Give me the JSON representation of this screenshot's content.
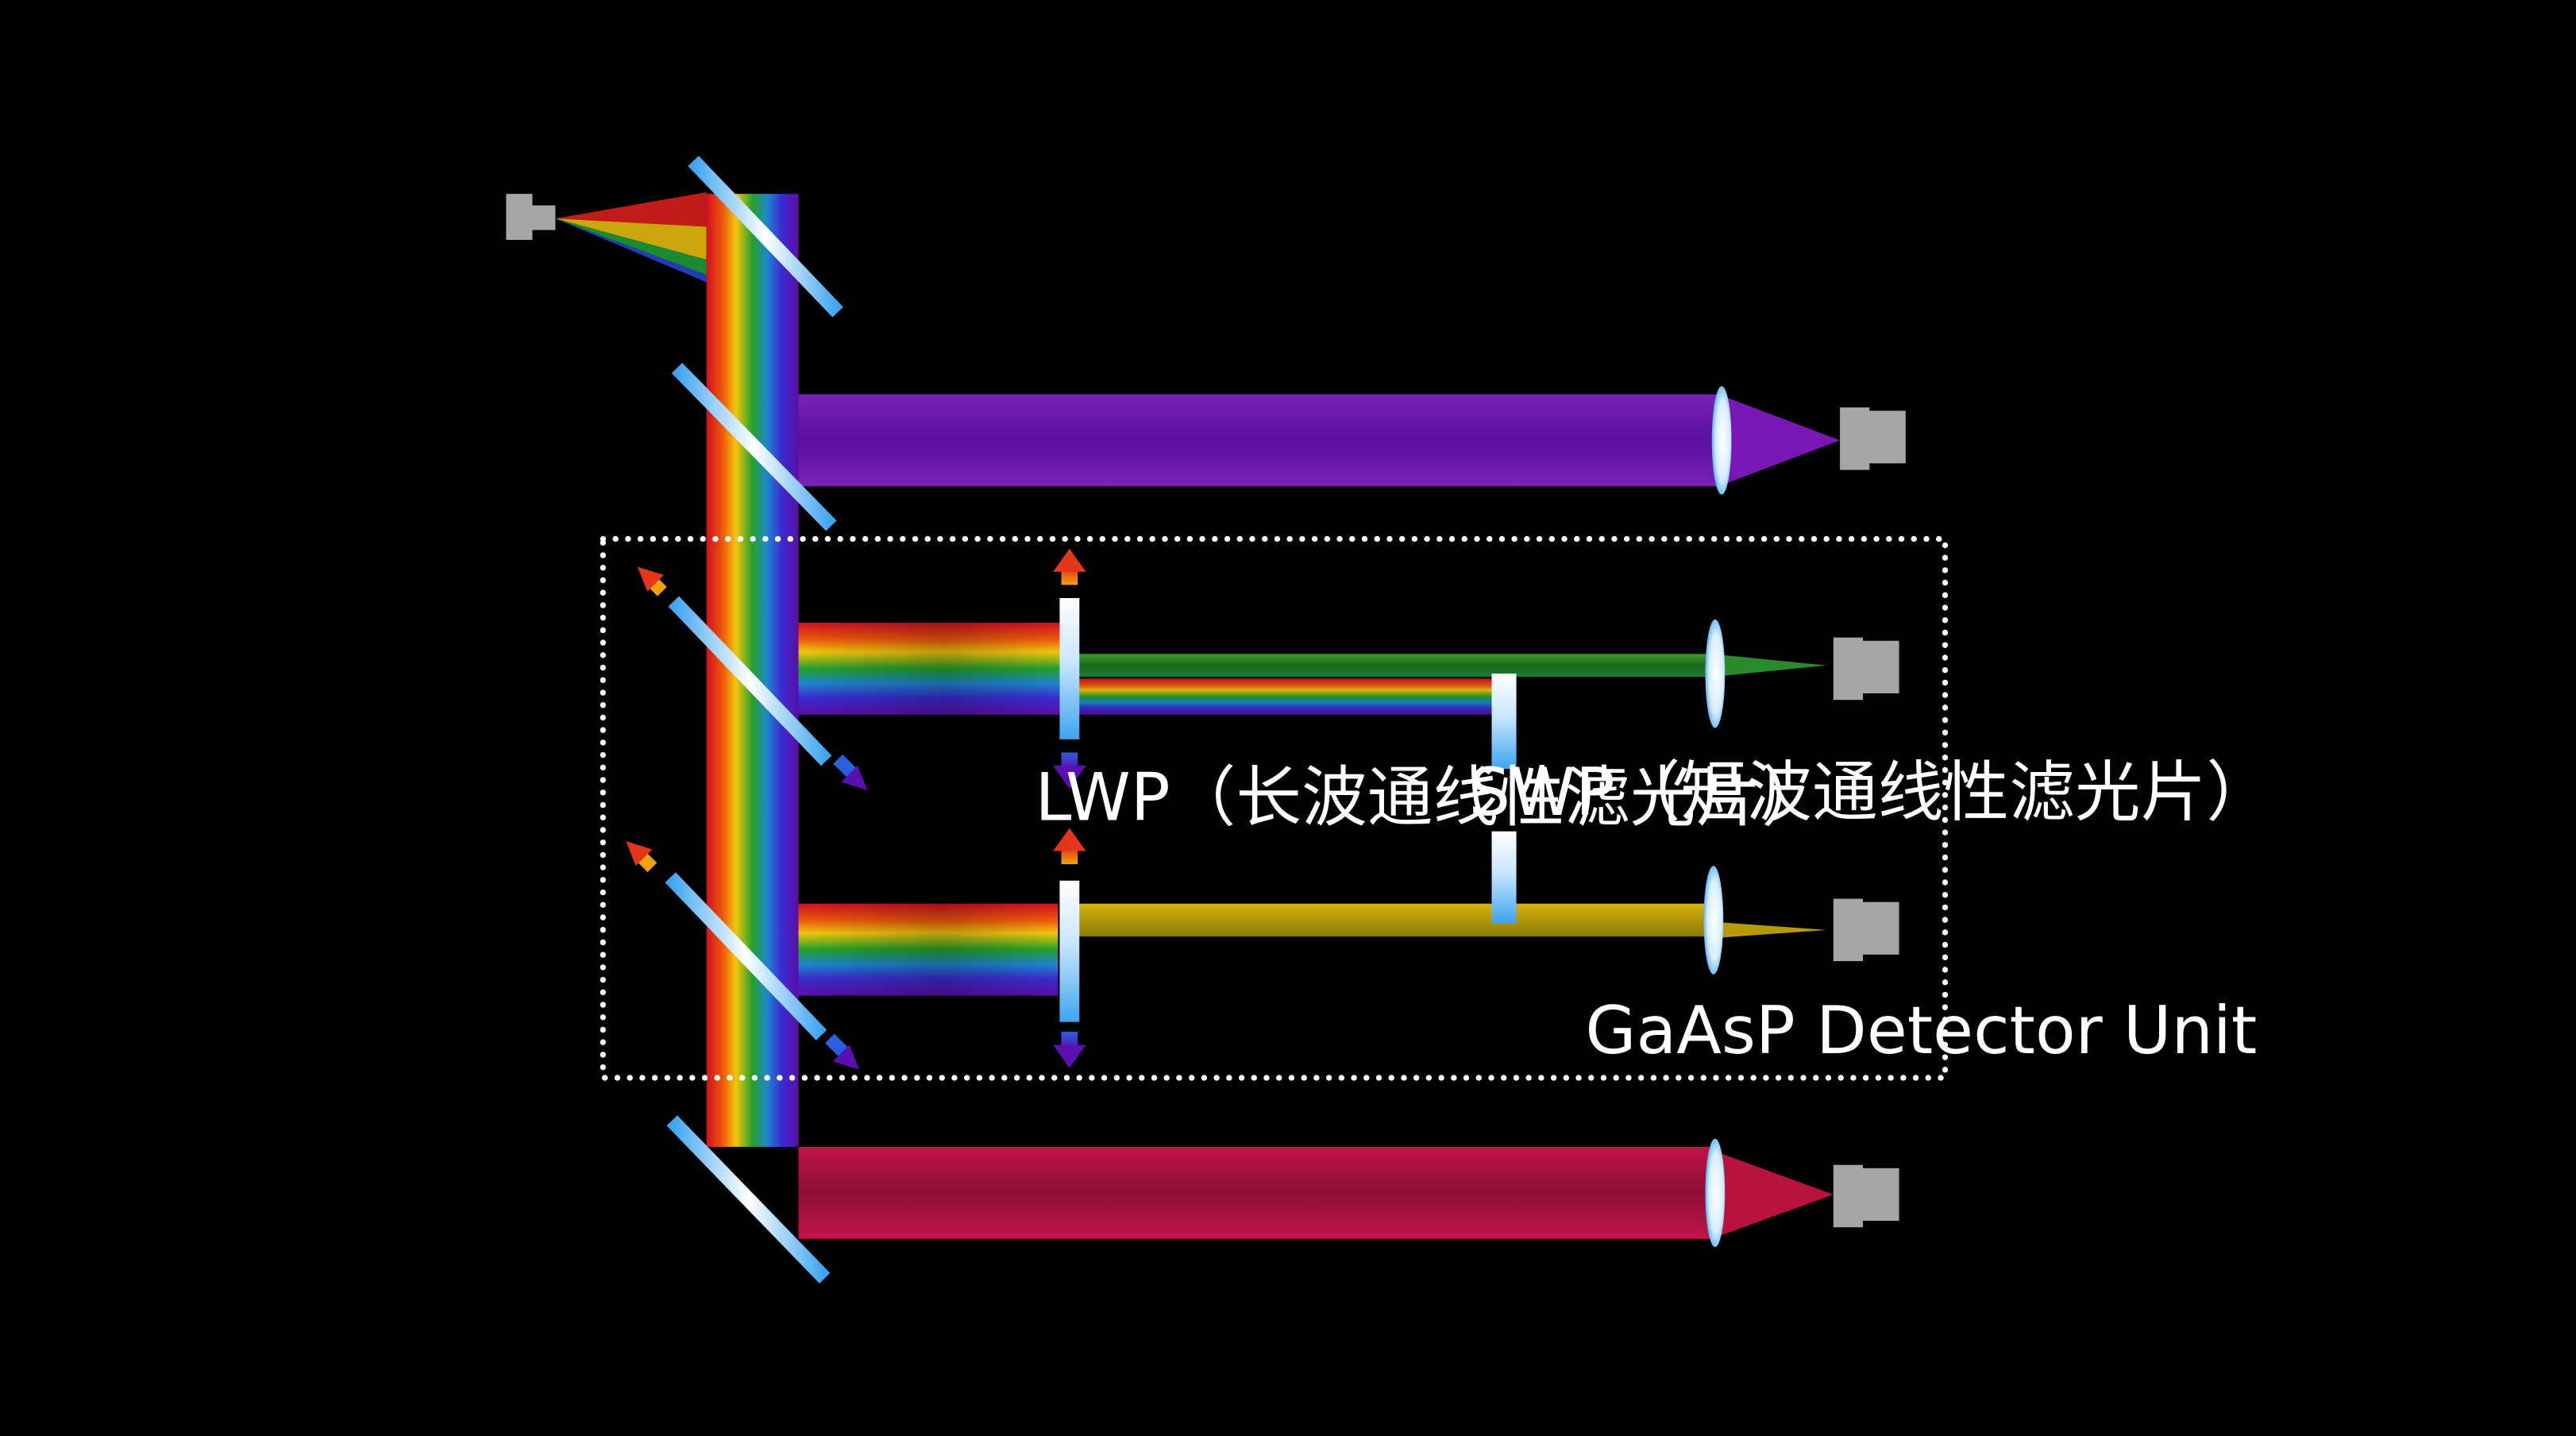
{
  "labels": {
    "lwp": "LWP（长波通线性滤光片）",
    "swp": "SWP（短波通线性滤光片）",
    "unit": "GaAsP Detector Unit"
  },
  "colors": {
    "background": "#000000",
    "detector": "#a6a6a6",
    "optic_light": "#e6f3ff",
    "optic_dark": "#3da4f0",
    "violet_beam": "#6a11a8",
    "red_beam": "#a9123f",
    "green_beam": "#1f7a1f",
    "yellow_beam": "#b59a06",
    "unit_border": "#ffffff"
  },
  "icons": {
    "detector": "camera-detector-icon",
    "mirror": "dichroic-mirror-icon",
    "lens": "lens-icon",
    "arrow": "arrow-icon"
  }
}
